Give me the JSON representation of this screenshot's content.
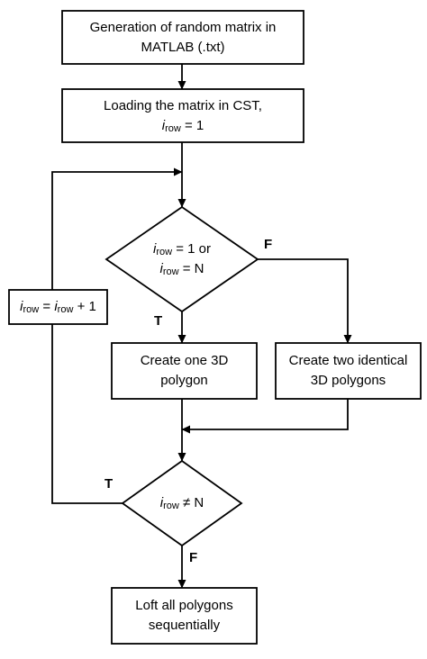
{
  "nodes": {
    "generate": {
      "line1": "Generation of random matrix in",
      "line2": "MATLAB (.txt)"
    },
    "load": {
      "line1": "Loading the matrix in CST,",
      "var": "i",
      "sub": "row",
      "rest": " = 1"
    },
    "decision1": {
      "var1": "i",
      "sub1": "row",
      "rest1": " = 1 or",
      "var2": "i",
      "sub2": "row",
      "rest2": " = N"
    },
    "create_one": {
      "line1": "Create one 3D",
      "line2": "polygon"
    },
    "create_two": {
      "line1": "Create two identical",
      "line2": "3D polygons"
    },
    "decision2": {
      "var": "i",
      "sub": "row",
      "rest": " ≠ N"
    },
    "increment": {
      "var1": "i",
      "sub1": "row",
      "mid": " = ",
      "var2": "i",
      "sub2": "row",
      "rest": " + 1"
    },
    "loft": {
      "line1": "Loft all polygons",
      "line2": "sequentially"
    }
  },
  "branch_labels": {
    "d1_false": "F",
    "d1_true": "T",
    "d2_true": "T",
    "d2_false": "F"
  }
}
